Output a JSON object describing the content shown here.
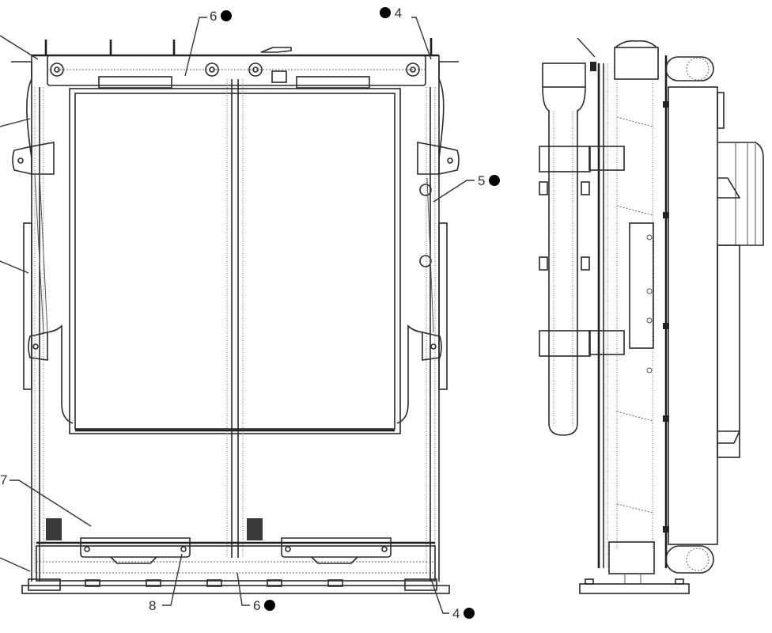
{
  "diagram": {
    "type": "technical parts drawing",
    "views": [
      {
        "name": "front-view",
        "description": "Radiator / cooler assembly front view"
      },
      {
        "name": "side-view",
        "description": "Radiator / cooler assembly side view"
      }
    ],
    "colors": {
      "line": "#2a2a2a",
      "background": "#ffffff",
      "marker": "#000000"
    },
    "callouts": [
      {
        "id": "c6-top",
        "label": "6",
        "marker": "filled-dot",
        "marker_position": "after"
      },
      {
        "id": "c4-top",
        "label": "4",
        "marker": "filled-dot",
        "marker_position": "before"
      },
      {
        "id": "c5",
        "label": "5",
        "marker": "filled-dot",
        "marker_position": "after"
      },
      {
        "id": "c7",
        "label": "7",
        "marker": "none"
      },
      {
        "id": "c8",
        "label": "8",
        "marker": "none"
      },
      {
        "id": "c6-bottom",
        "label": "6",
        "marker": "filled-dot",
        "marker_position": "after"
      },
      {
        "id": "c4-bottom",
        "label": "4",
        "marker": "filled-dot",
        "marker_position": "after"
      }
    ]
  }
}
